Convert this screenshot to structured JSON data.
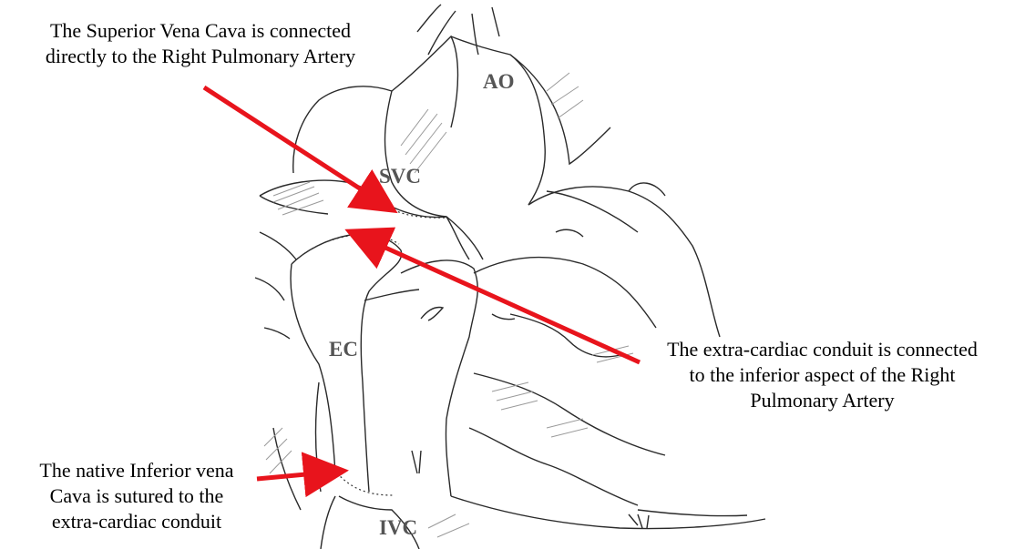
{
  "callouts": {
    "svc": [
      "The Superior Vena Cava is connected",
      "directly to the Right Pulmonary Artery"
    ],
    "conduit": [
      "The extra-cardiac conduit is connected",
      "to the inferior aspect of the Right",
      "Pulmonary Artery"
    ],
    "ivc": [
      "The native Inferior vena",
      "Cava is sutured to the",
      "extra-cardiac conduit"
    ]
  },
  "structure_labels": {
    "ao": "AO",
    "svc": "SVC",
    "ec": "EC",
    "ivc": "IVC"
  },
  "colors": {
    "arrow": "#e8141c",
    "sketch_line": "#2a2a2a",
    "sketch_shade": "#9a9a9a",
    "label_gray": "#555555"
  }
}
